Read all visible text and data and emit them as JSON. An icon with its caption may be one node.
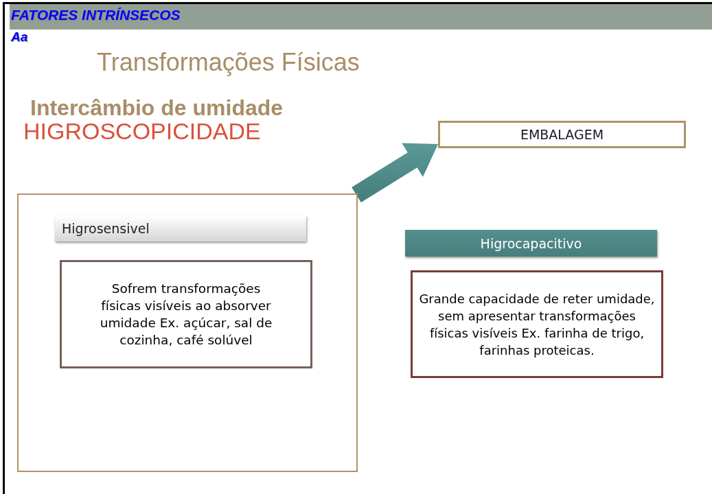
{
  "diagram": {
    "nodes": [
      {
        "text": [],
        "shape": "box"
      },
      {
        "text": [
          "Higrosensivel"
        ],
        "in": 0
      },
      {
        "text": [
          "Sofrem transformações físicas visíveis ao absorver umidade Ex. açúcar, sal de cozinha, café solúvel"
        ],
        "in": 0
      },
      {
        "text": [
          "EMBALAGEM"
        ]
      },
      {
        "text": [
          "Higrocapacitivo"
        ]
      },
      {
        "text": [
          "Grande capacidade de reter umidade, sem apresentar transformações físicas visíveis Ex. farinha de trigo, farinhas proteicas."
        ]
      }
    ],
    "edges": [
      {
        "from": 0,
        "to": 3,
        "arrow": "to",
        "style": "thick"
      }
    ],
    "labels": [
      "FATORES INTRÍNSECOS",
      "Aa",
      "Transformações Físicas",
      "Intercâmbio de umidade",
      "HIGROSCOPICIDADE"
    ]
  }
}
